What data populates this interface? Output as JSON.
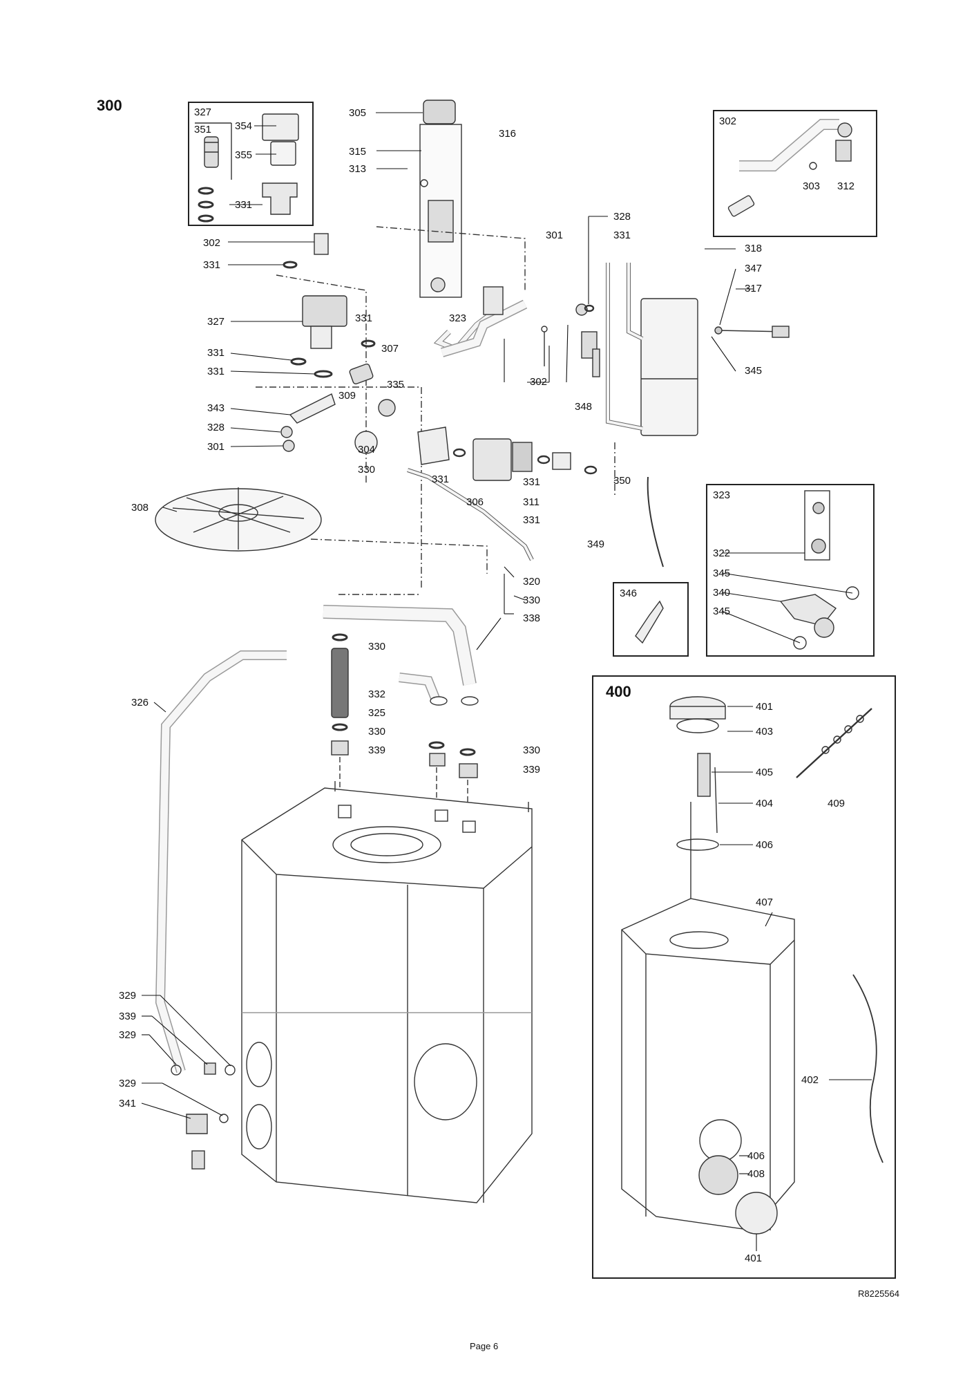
{
  "sections": {
    "main": "300",
    "tank": "400"
  },
  "drawing_ref": "R8225564",
  "page_label": "Page 6",
  "labels": {
    "l327a": "327",
    "l351": "351",
    "l354": "354",
    "l355": "355",
    "l331a": "331",
    "l305": "305",
    "l316": "316",
    "l315": "315",
    "l313": "313",
    "l302box": "302",
    "l303": "303",
    "l312": "312",
    "l302a": "302",
    "l331b": "331",
    "l327b": "327",
    "l328a": "328",
    "l301a": "301",
    "l331c": "331",
    "l318": "318",
    "l347": "347",
    "l317": "317",
    "l345a": "345",
    "l331d": "331",
    "l307": "307",
    "l331e": "331",
    "l331f": "331",
    "l323a": "323",
    "l302b": "302",
    "l348": "348",
    "l335": "335",
    "l309": "309",
    "l343": "343",
    "l328b": "328",
    "l301b": "301",
    "l304": "304",
    "l330a": "330",
    "l331g": "331",
    "l306": "306",
    "l331h": "331",
    "l311": "311",
    "l331i": "331",
    "l350": "350",
    "l349": "349",
    "l308": "308",
    "l320": "320",
    "l330b": "330",
    "l346": "346",
    "l323box": "323",
    "l322": "322",
    "l345b": "345",
    "l340": "340",
    "l345c": "345",
    "l338": "338",
    "l330c": "330",
    "l326": "326",
    "l332": "332",
    "l325": "325",
    "l330d": "330",
    "l339a": "339",
    "l330e": "330",
    "l339b": "339",
    "l329a": "329",
    "l339c": "339",
    "l329b": "329",
    "l329c": "329",
    "l341": "341",
    "l401a": "401",
    "l403": "403",
    "l405": "405",
    "l404": "404",
    "l409": "409",
    "l406a": "406",
    "l407": "407",
    "l402": "402",
    "l406b": "406",
    "l408": "408",
    "l401b": "401"
  }
}
